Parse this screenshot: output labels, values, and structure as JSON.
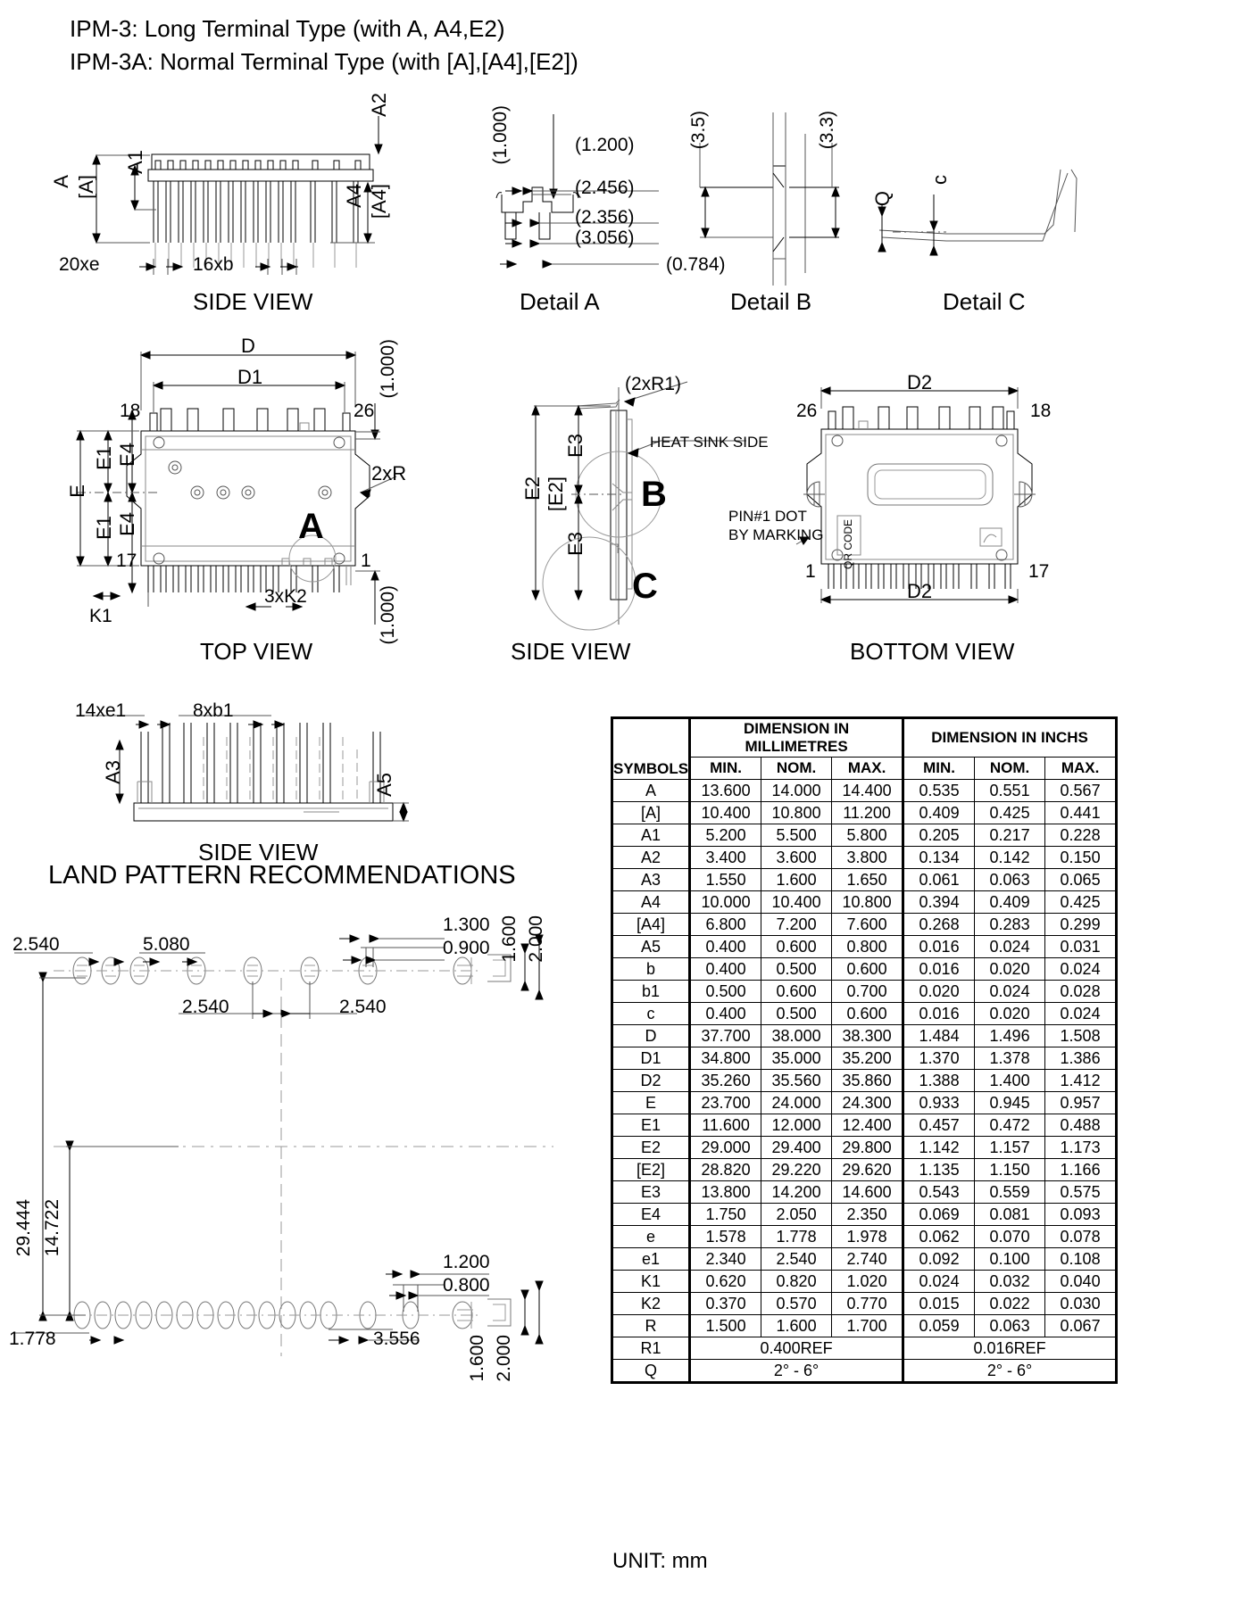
{
  "header": {
    "line1": "IPM-3: Long Terminal Type (with A, A4,E2)",
    "line2": "IPM-3A: Normal Terminal Type (with [A],[A4],[E2])"
  },
  "captions": {
    "side_view_top": "SIDE VIEW",
    "detail_a": "Detail A",
    "detail_b": "Detail B",
    "detail_c": "Detail C",
    "top_view": "TOP VIEW",
    "side_view_mid": "SIDE VIEW",
    "bottom_view": "BOTTOM VIEW",
    "side_view_low": "SIDE VIEW",
    "land_pattern": "LAND PATTERN RECOMMENDATIONS"
  },
  "side_view_top": {
    "a2": "A2",
    "a1": "A1",
    "a": "A",
    "a_br": "[A]",
    "a4": "A4",
    "a4_br": "[A4]",
    "pitch_e": "20xe",
    "pitch_b": "16xb"
  },
  "detail_a": {
    "d1000": "(1.000)",
    "d1200": "(1.200)",
    "d2456": "(2.456)",
    "d2356": "(2.356)",
    "d3056": "(3.056)"
  },
  "detail_b": {
    "d35": "(3.5)",
    "d33": "(3.3)",
    "d0784": "(0.784)"
  },
  "detail_c": {
    "q": "Q",
    "c": "c"
  },
  "top_view": {
    "d": "D",
    "d1": "D1",
    "d1000": "(1.000)",
    "d1000b": "(1.000)",
    "pin18": "18",
    "pin26": "26",
    "pin17": "17",
    "pin1": "1",
    "e": "E",
    "e1_top": "E1",
    "e1_bot": "E1",
    "e4_top": "E4",
    "e4_bot": "E4",
    "r2x": "2xR",
    "detail_mark": "A",
    "k1": "K1",
    "k2": "3xK2"
  },
  "side_view_mid": {
    "r1": "(2xR1)",
    "heat_sink": "HEAT SINK SIDE",
    "e2": "E2",
    "e2_br": "[E2]",
    "e3_top": "E3",
    "e3_bot": "E3",
    "mark_b": "B",
    "mark_c": "C"
  },
  "bottom_view": {
    "d2_top": "D2",
    "d2_bot": "D2",
    "pin26": "26",
    "pin18": "18",
    "pin1": "1",
    "pin17": "17",
    "pin1_dot_l1": "PIN#1 DOT",
    "pin1_dot_l2": "BY MARKING",
    "qr_code": "QR CODE"
  },
  "side_view_low": {
    "e1_pitch": "14xe1",
    "b1_pitch": "8xb1",
    "a3": "A3",
    "a5": "A5"
  },
  "land_pattern": {
    "d2540_a": "2.540",
    "d5080": "5.080",
    "d1300": "1.300",
    "d0900": "0.900",
    "d1600_a": "1.600",
    "d2000_a": "2.000",
    "d2540_b": "2.540",
    "d2540_c": "2.540",
    "d29444": "29.444",
    "d14722": "14.722",
    "d1778": "1.778",
    "d3556": "3.556",
    "d1200": "1.200",
    "d0800": "0.800",
    "d1600_b": "1.600",
    "d2000_b": "2.000"
  },
  "table": {
    "corner": "SYMBOLS",
    "group_mm": "DIMENSION IN MILLIMETRES",
    "group_in": "DIMENSION IN INCHS",
    "sub": [
      "MIN.",
      "NOM.",
      "MAX."
    ],
    "rows": [
      {
        "symbol": "A",
        "mm": [
          "13.600",
          "14.000",
          "14.400"
        ],
        "in": [
          "0.535",
          "0.551",
          "0.567"
        ]
      },
      {
        "symbol": "[A]",
        "mm": [
          "10.400",
          "10.800",
          "11.200"
        ],
        "in": [
          "0.409",
          "0.425",
          "0.441"
        ]
      },
      {
        "symbol": "A1",
        "mm": [
          "5.200",
          "5.500",
          "5.800"
        ],
        "in": [
          "0.205",
          "0.217",
          "0.228"
        ]
      },
      {
        "symbol": "A2",
        "mm": [
          "3.400",
          "3.600",
          "3.800"
        ],
        "in": [
          "0.134",
          "0.142",
          "0.150"
        ]
      },
      {
        "symbol": "A3",
        "mm": [
          "1.550",
          "1.600",
          "1.650"
        ],
        "in": [
          "0.061",
          "0.063",
          "0.065"
        ]
      },
      {
        "symbol": "A4",
        "mm": [
          "10.000",
          "10.400",
          "10.800"
        ],
        "in": [
          "0.394",
          "0.409",
          "0.425"
        ]
      },
      {
        "symbol": "[A4]",
        "mm": [
          "6.800",
          "7.200",
          "7.600"
        ],
        "in": [
          "0.268",
          "0.283",
          "0.299"
        ]
      },
      {
        "symbol": "A5",
        "mm": [
          "0.400",
          "0.600",
          "0.800"
        ],
        "in": [
          "0.016",
          "0.024",
          "0.031"
        ]
      },
      {
        "symbol": "b",
        "mm": [
          "0.400",
          "0.500",
          "0.600"
        ],
        "in": [
          "0.016",
          "0.020",
          "0.024"
        ]
      },
      {
        "symbol": "b1",
        "mm": [
          "0.500",
          "0.600",
          "0.700"
        ],
        "in": [
          "0.020",
          "0.024",
          "0.028"
        ]
      },
      {
        "symbol": "c",
        "mm": [
          "0.400",
          "0.500",
          "0.600"
        ],
        "in": [
          "0.016",
          "0.020",
          "0.024"
        ]
      },
      {
        "symbol": "D",
        "mm": [
          "37.700",
          "38.000",
          "38.300"
        ],
        "in": [
          "1.484",
          "1.496",
          "1.508"
        ]
      },
      {
        "symbol": "D1",
        "mm": [
          "34.800",
          "35.000",
          "35.200"
        ],
        "in": [
          "1.370",
          "1.378",
          "1.386"
        ]
      },
      {
        "symbol": "D2",
        "mm": [
          "35.260",
          "35.560",
          "35.860"
        ],
        "in": [
          "1.388",
          "1.400",
          "1.412"
        ]
      },
      {
        "symbol": "E",
        "mm": [
          "23.700",
          "24.000",
          "24.300"
        ],
        "in": [
          "0.933",
          "0.945",
          "0.957"
        ]
      },
      {
        "symbol": "E1",
        "mm": [
          "11.600",
          "12.000",
          "12.400"
        ],
        "in": [
          "0.457",
          "0.472",
          "0.488"
        ]
      },
      {
        "symbol": "E2",
        "mm": [
          "29.000",
          "29.400",
          "29.800"
        ],
        "in": [
          "1.142",
          "1.157",
          "1.173"
        ]
      },
      {
        "symbol": "[E2]",
        "mm": [
          "28.820",
          "29.220",
          "29.620"
        ],
        "in": [
          "1.135",
          "1.150",
          "1.166"
        ]
      },
      {
        "symbol": "E3",
        "mm": [
          "13.800",
          "14.200",
          "14.600"
        ],
        "in": [
          "0.543",
          "0.559",
          "0.575"
        ]
      },
      {
        "symbol": "E4",
        "mm": [
          "1.750",
          "2.050",
          "2.350"
        ],
        "in": [
          "0.069",
          "0.081",
          "0.093"
        ]
      },
      {
        "symbol": "e",
        "mm": [
          "1.578",
          "1.778",
          "1.978"
        ],
        "in": [
          "0.062",
          "0.070",
          "0.078"
        ]
      },
      {
        "symbol": "e1",
        "mm": [
          "2.340",
          "2.540",
          "2.740"
        ],
        "in": [
          "0.092",
          "0.100",
          "0.108"
        ]
      },
      {
        "symbol": "K1",
        "mm": [
          "0.620",
          "0.820",
          "1.020"
        ],
        "in": [
          "0.024",
          "0.032",
          "0.040"
        ]
      },
      {
        "symbol": "K2",
        "mm": [
          "0.370",
          "0.570",
          "0.770"
        ],
        "in": [
          "0.015",
          "0.022",
          "0.030"
        ]
      },
      {
        "symbol": "R",
        "mm": [
          "1.500",
          "1.600",
          "1.700"
        ],
        "in": [
          "0.059",
          "0.063",
          "0.067"
        ]
      }
    ],
    "span_rows": [
      {
        "symbol": "R1",
        "mm": "0.400REF",
        "in": "0.016REF"
      },
      {
        "symbol": "Q",
        "mm": "2° - 6°",
        "in": "2° - 6°"
      }
    ]
  },
  "unit_note": "UNIT: mm"
}
